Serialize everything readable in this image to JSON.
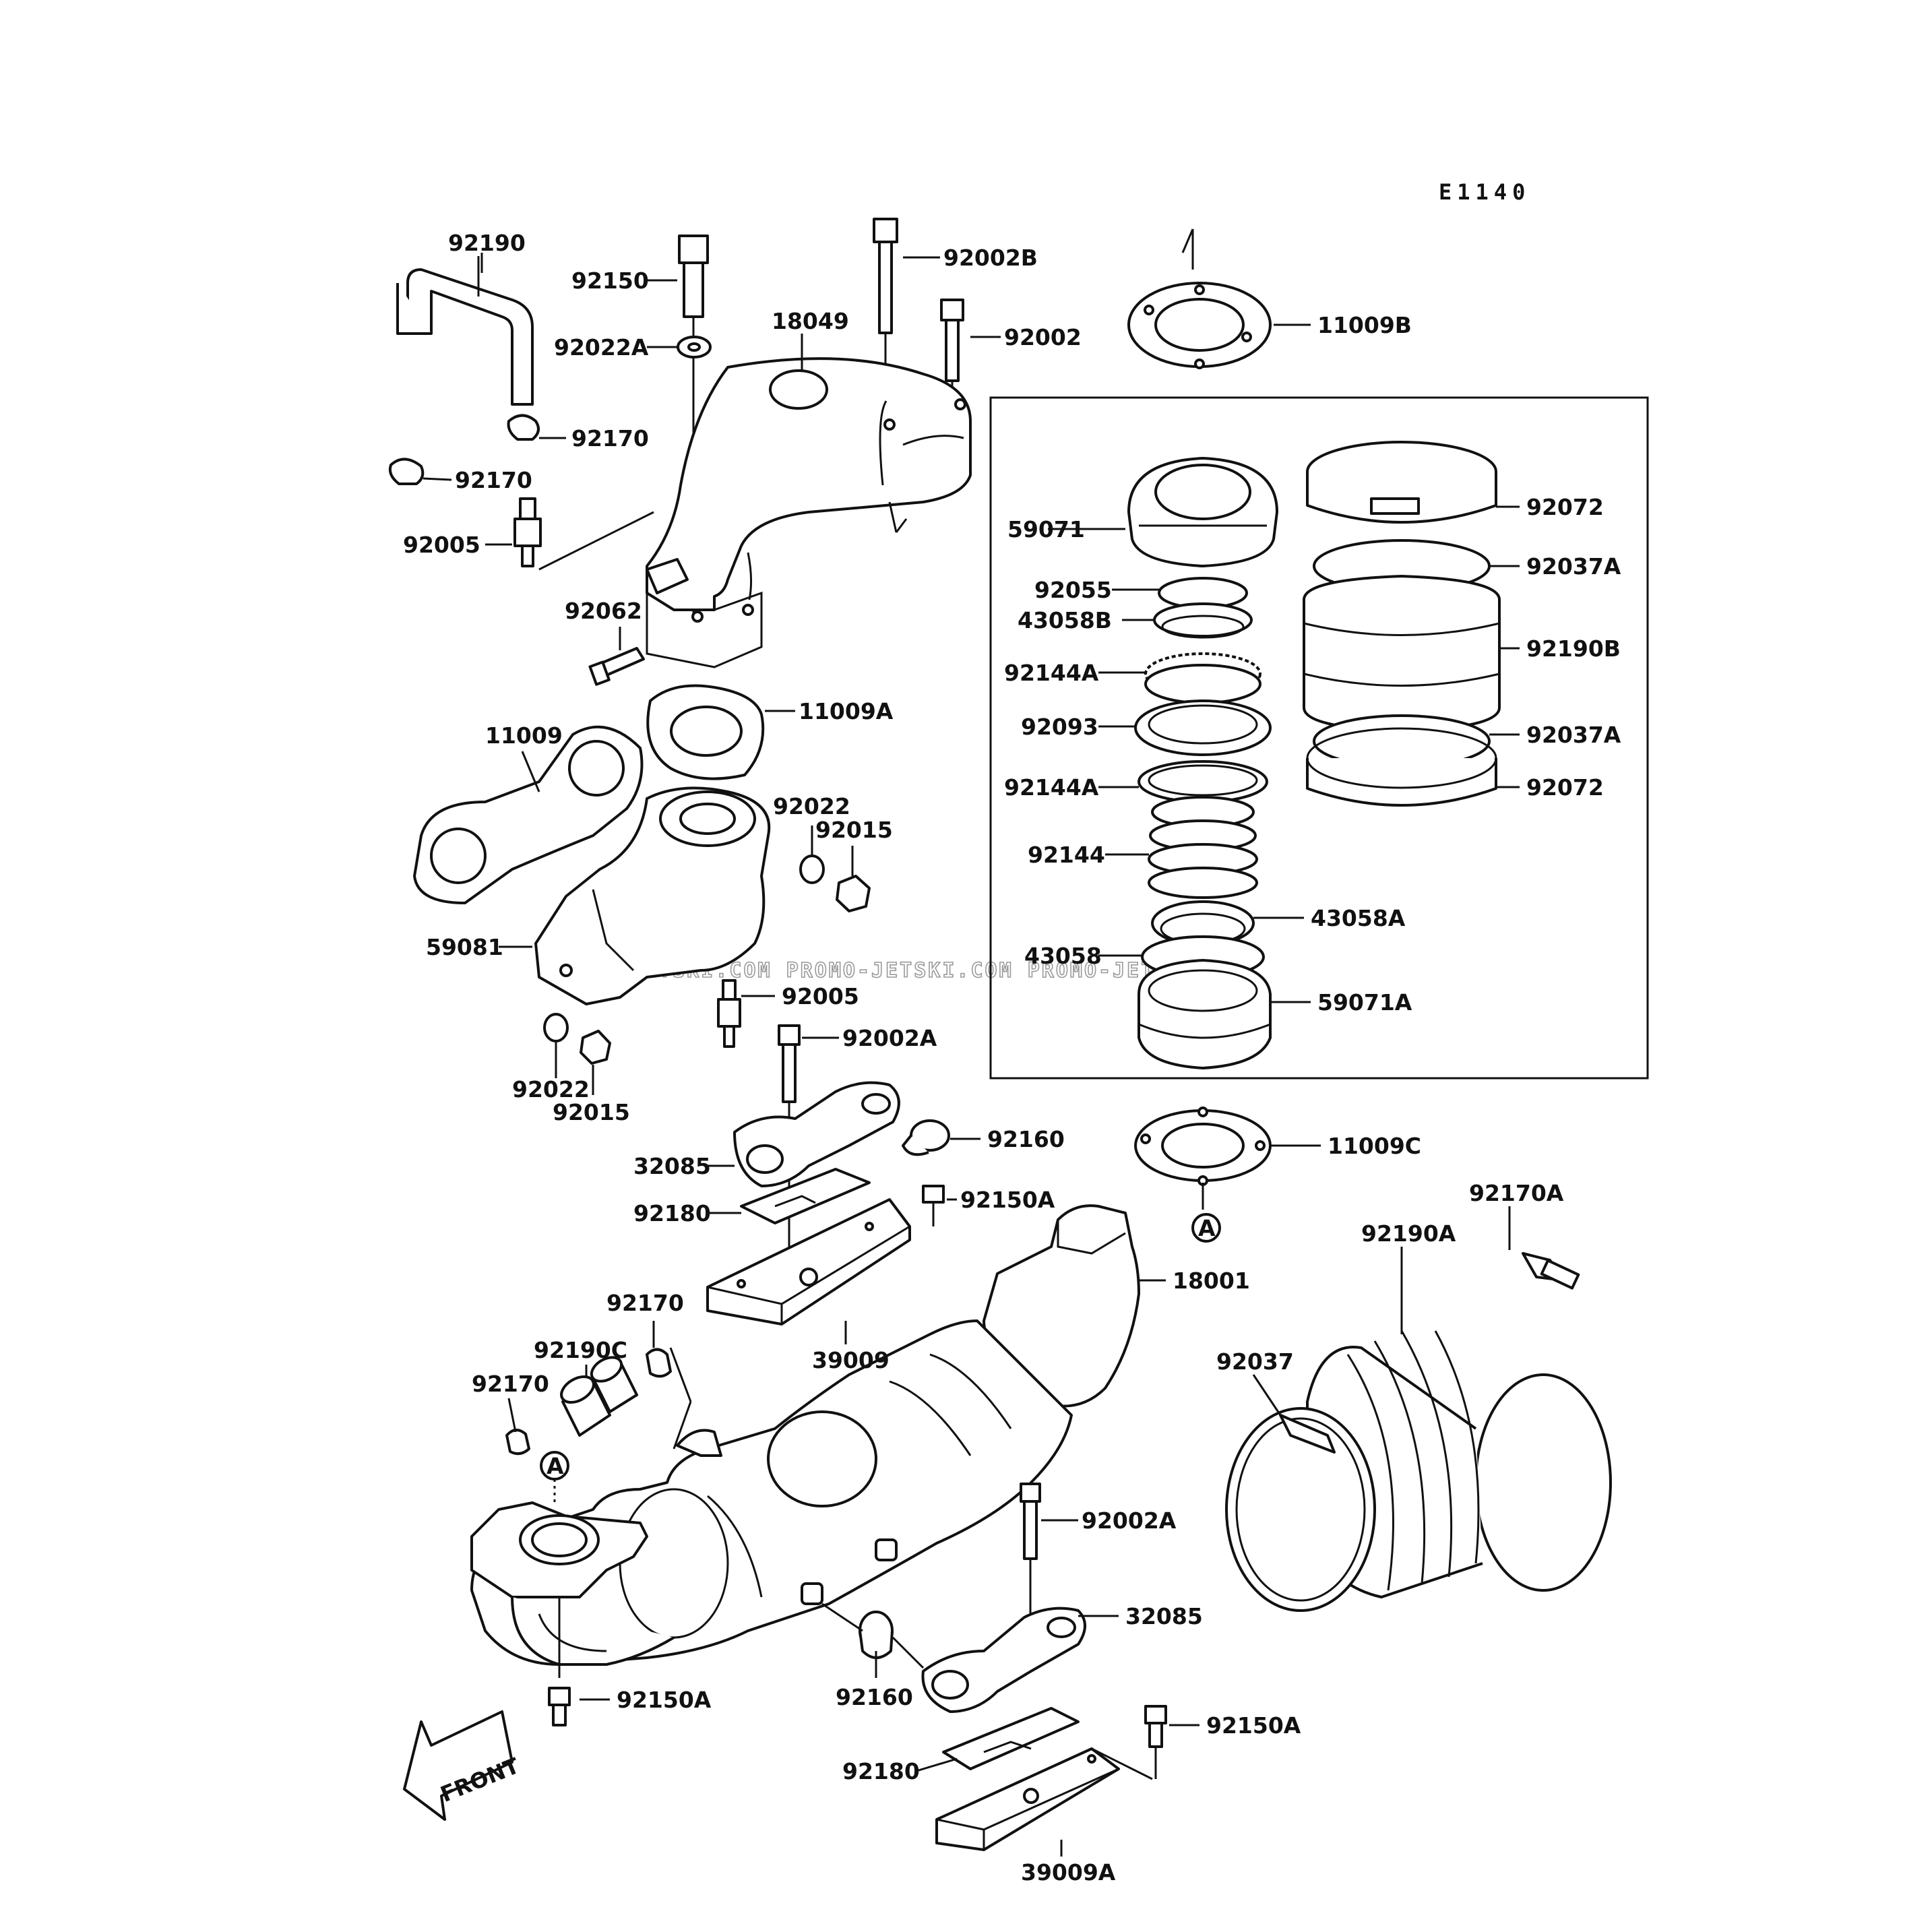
{
  "diagram": {
    "code": "E1140",
    "watermark": "JETSKI.COM  PROMO-JETSKI.COM  PROMO-JETSKI.COM",
    "front_label": "FRONT",
    "ref_marker": "A",
    "labels": {
      "p92190": "92190",
      "p92150": "92150",
      "p92002B": "92002B",
      "p92002": "92002",
      "p92022A": "92022A",
      "p18049": "18049",
      "p11009B": "11009B",
      "p92170_top": "92170",
      "p92170_left": "92170",
      "p92005_top": "92005",
      "p92062": "92062",
      "p11009A": "11009A",
      "p11009": "11009",
      "p92022_right": "92022",
      "p92015_right": "92015",
      "p59081": "59081",
      "p92005_mid": "92005",
      "p92002A_top": "92002A",
      "p92022_bottom": "92022",
      "p92015_bottom": "92015",
      "p59071": "59071",
      "p92055": "92055",
      "p43058B": "43058B",
      "p92144A_top": "92144A",
      "p92093": "92093",
      "p92144A_bottom": "92144A",
      "p92144": "92144",
      "p43058A": "43058A",
      "p43058": "43058",
      "p59071A": "59071A",
      "p92072_top": "92072",
      "p92037A_top": "92037A",
      "p92190B": "92190B",
      "p92037A_bottom": "92037A",
      "p92072_bottom": "92072",
      "p11009C": "11009C",
      "p32085_top": "32085",
      "p92160_top": "92160",
      "p92180_top": "92180",
      "p92150A_top": "92150A",
      "p18001": "18001",
      "p39009": "39009",
      "p92170_mid": "92170",
      "p92190C": "92190C",
      "p92170_low": "92170",
      "p92170A": "92170A",
      "p92190A": "92190A",
      "p92037": "92037",
      "p92002A_bottom": "92002A",
      "p32085_bottom": "32085",
      "p92150A_left": "92150A",
      "p92160_bottom": "92160",
      "p92150A_right": "92150A",
      "p92180_bottom": "92180",
      "p39009A": "39009A"
    }
  }
}
